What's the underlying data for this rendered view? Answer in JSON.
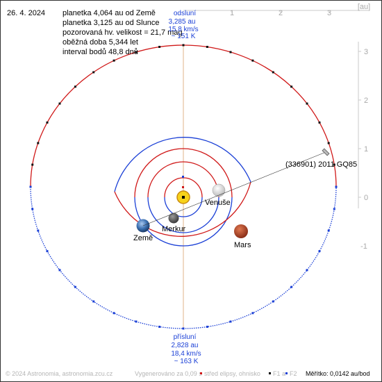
{
  "date": "26. 4. 2024",
  "info_lines": [
    "planetka 4,064 au od Země",
    "planetka 3,125 au od Slunce",
    "pozorovaná hv. velikost = 21,7 mag",
    "oběžná doba 5,344 let",
    "interval bodů 48,8 dnů"
  ],
  "aphelion": {
    "lines": [
      "odsluní",
      "3,285 au",
      "15,8 km/s",
      "~ 151 K"
    ]
  },
  "perihelion": {
    "lines": [
      "přísluní",
      "2,828 au",
      "18,4 km/s",
      "~ 163 K"
    ]
  },
  "asteroid_label": "(336901) 2011 GQ85",
  "planets": {
    "venus": "Venuše",
    "mercury": "Merkur",
    "earth": "Země",
    "mars": "Mars"
  },
  "axes": {
    "unit": "[au]",
    "x_ticks": [
      "1",
      "2",
      "3"
    ],
    "y_ticks": [
      "3",
      "2",
      "1",
      "0",
      "-1"
    ]
  },
  "footer": {
    "copyright": "© 2024 Astronomia, astronomia.zcu.cz",
    "generated": "Vygenerováno za 0,09 s",
    "legend_center": "střed elipsy, ohnisko",
    "legend_f1": "F1 a",
    "legend_f2": "F2",
    "scale": "Měřítko: 0,0142 au/bod"
  },
  "colors": {
    "orbit_above": "#d01818",
    "orbit_below": "#1a3fd6",
    "sun": "#f7d21a",
    "mars": "#b84a2a",
    "earth": "#3a6fb0",
    "venus": "#e8e8e8",
    "mercury": "#6a6a6a",
    "apsis_line": "#e2b38a"
  }
}
